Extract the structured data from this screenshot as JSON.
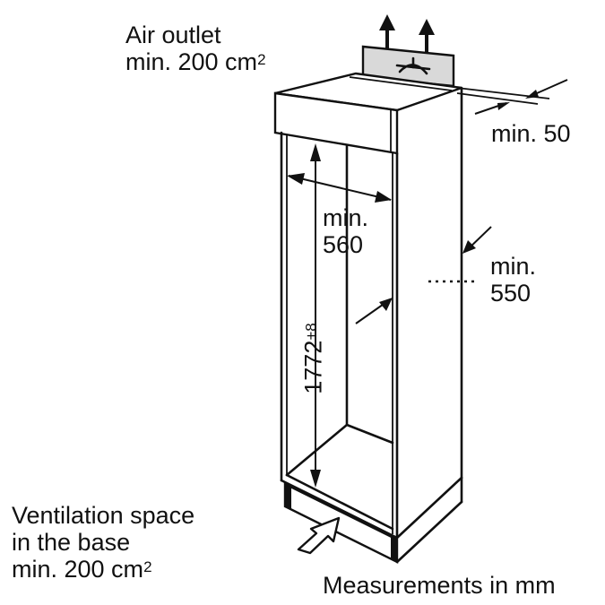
{
  "diagram": {
    "title": "Built-in refrigerator niche installation dimensions",
    "colors": {
      "line": "#111111",
      "background": "#ffffff",
      "vent_panel": "#d9d9d9"
    },
    "labels": {
      "air_outlet_line1": "Air outlet",
      "air_outlet_line2": "min. 200 cm",
      "air_outlet_sup": "2",
      "top_gap": "min. 50",
      "width_line1": "min.",
      "width_line2": "560",
      "depth_line1": "min.",
      "depth_line2": "550",
      "height_value": "1772",
      "height_sup": "+8",
      "base_vent_line1": "Ventilation space",
      "base_vent_line2": "in the base",
      "base_vent_line3": "min. 200 cm",
      "base_vent_sup": "2",
      "units_note": "Measurements in mm"
    },
    "icons": [
      "air-flow-arrow-icon",
      "fan-symbol-icon",
      "intake-arrow-icon",
      "dimension-arrow-icon"
    ]
  }
}
